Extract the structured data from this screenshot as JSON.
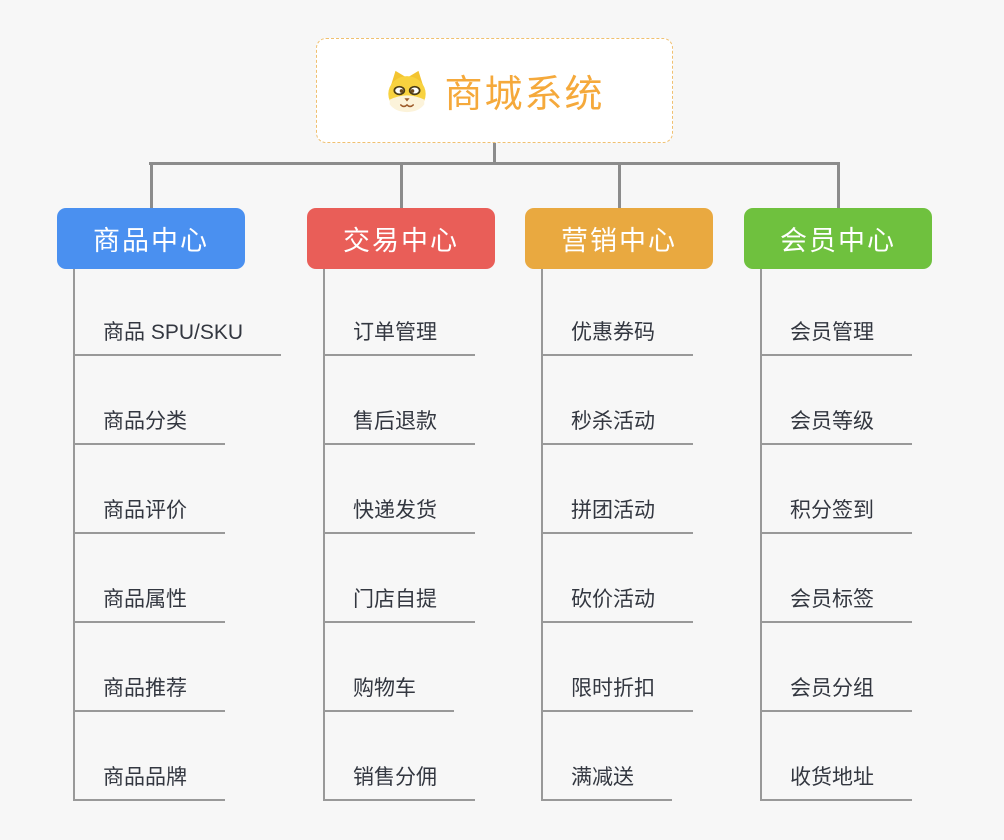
{
  "root": {
    "title": "商城系统",
    "icon": "dog-icon"
  },
  "colors": {
    "root_accent": "#f5a93b",
    "root_border": "#f0c070",
    "connector": "#8c8c8c",
    "line": "#999999",
    "leaf_text": "#333740"
  },
  "branches": [
    {
      "label": "商品中心",
      "color": "#4a90f0",
      "children": [
        "商品 SPU/SKU",
        "商品分类",
        "商品评价",
        "商品属性",
        "商品推荐",
        "商品品牌"
      ]
    },
    {
      "label": "交易中心",
      "color": "#e95e58",
      "children": [
        "订单管理",
        "售后退款",
        "快递发货",
        "门店自提",
        "购物车",
        "销售分佣"
      ]
    },
    {
      "label": "营销中心",
      "color": "#e9a940",
      "children": [
        "优惠券码",
        "秒杀活动",
        "拼团活动",
        "砍价活动",
        "限时折扣",
        "满减送"
      ]
    },
    {
      "label": "会员中心",
      "color": "#6fc13e",
      "children": [
        "会员管理",
        "会员等级",
        "积分签到",
        "会员标签",
        "会员分组",
        "收货地址"
      ]
    }
  ]
}
